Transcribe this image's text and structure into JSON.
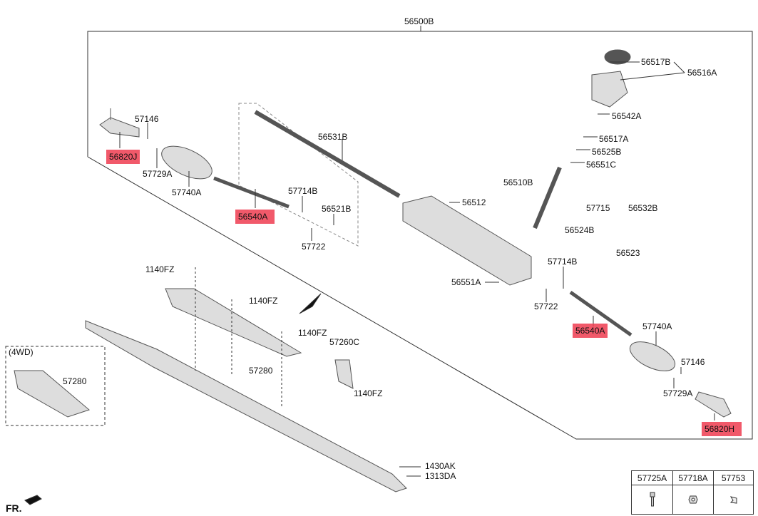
{
  "assembly_label": "56500B",
  "labels": {
    "l56517B": "56517B",
    "l56516A": "56516A",
    "l56542A": "56542A",
    "l56517A": "56517A",
    "l56525B": "56525B",
    "l56551C": "56551C",
    "l56510B": "56510B",
    "l56512": "56512",
    "l57715": "57715",
    "l56532B": "56532B",
    "l56524B": "56524B",
    "l56523": "56523",
    "l56551A": "56551A",
    "l57714B_r": "57714B",
    "l57722_r": "57722",
    "l56540A_r": "56540A",
    "l57740A_r": "57740A",
    "l57146_r": "57146",
    "l57729A_r": "57729A",
    "l56820H": "56820H",
    "l57146_l": "57146",
    "l56820J": "56820J",
    "l57729A_l": "57729A",
    "l57740A_l": "57740A",
    "l56531B": "56531B",
    "l57714B_l": "57714B",
    "l56521B": "56521B",
    "l56540A_l": "56540A",
    "l57722_l": "57722",
    "l1140FZ_1": "1140FZ",
    "l1140FZ_2": "1140FZ",
    "l1140FZ_3": "1140FZ",
    "l1140FZ_4": "1140FZ",
    "l57280_a": "57280",
    "l57260C": "57260C",
    "l57280_b": "57280",
    "l4WD": "(4WD)",
    "l1430AK": "1430AK",
    "l1313DA": "1313DA",
    "fr": "FR."
  },
  "highlight_color": "#ee3c50",
  "legend_table": {
    "headers": [
      "57725A",
      "57718A",
      "57753"
    ],
    "icons": [
      "bolt-icon",
      "nut-icon",
      "clip-icon"
    ]
  }
}
